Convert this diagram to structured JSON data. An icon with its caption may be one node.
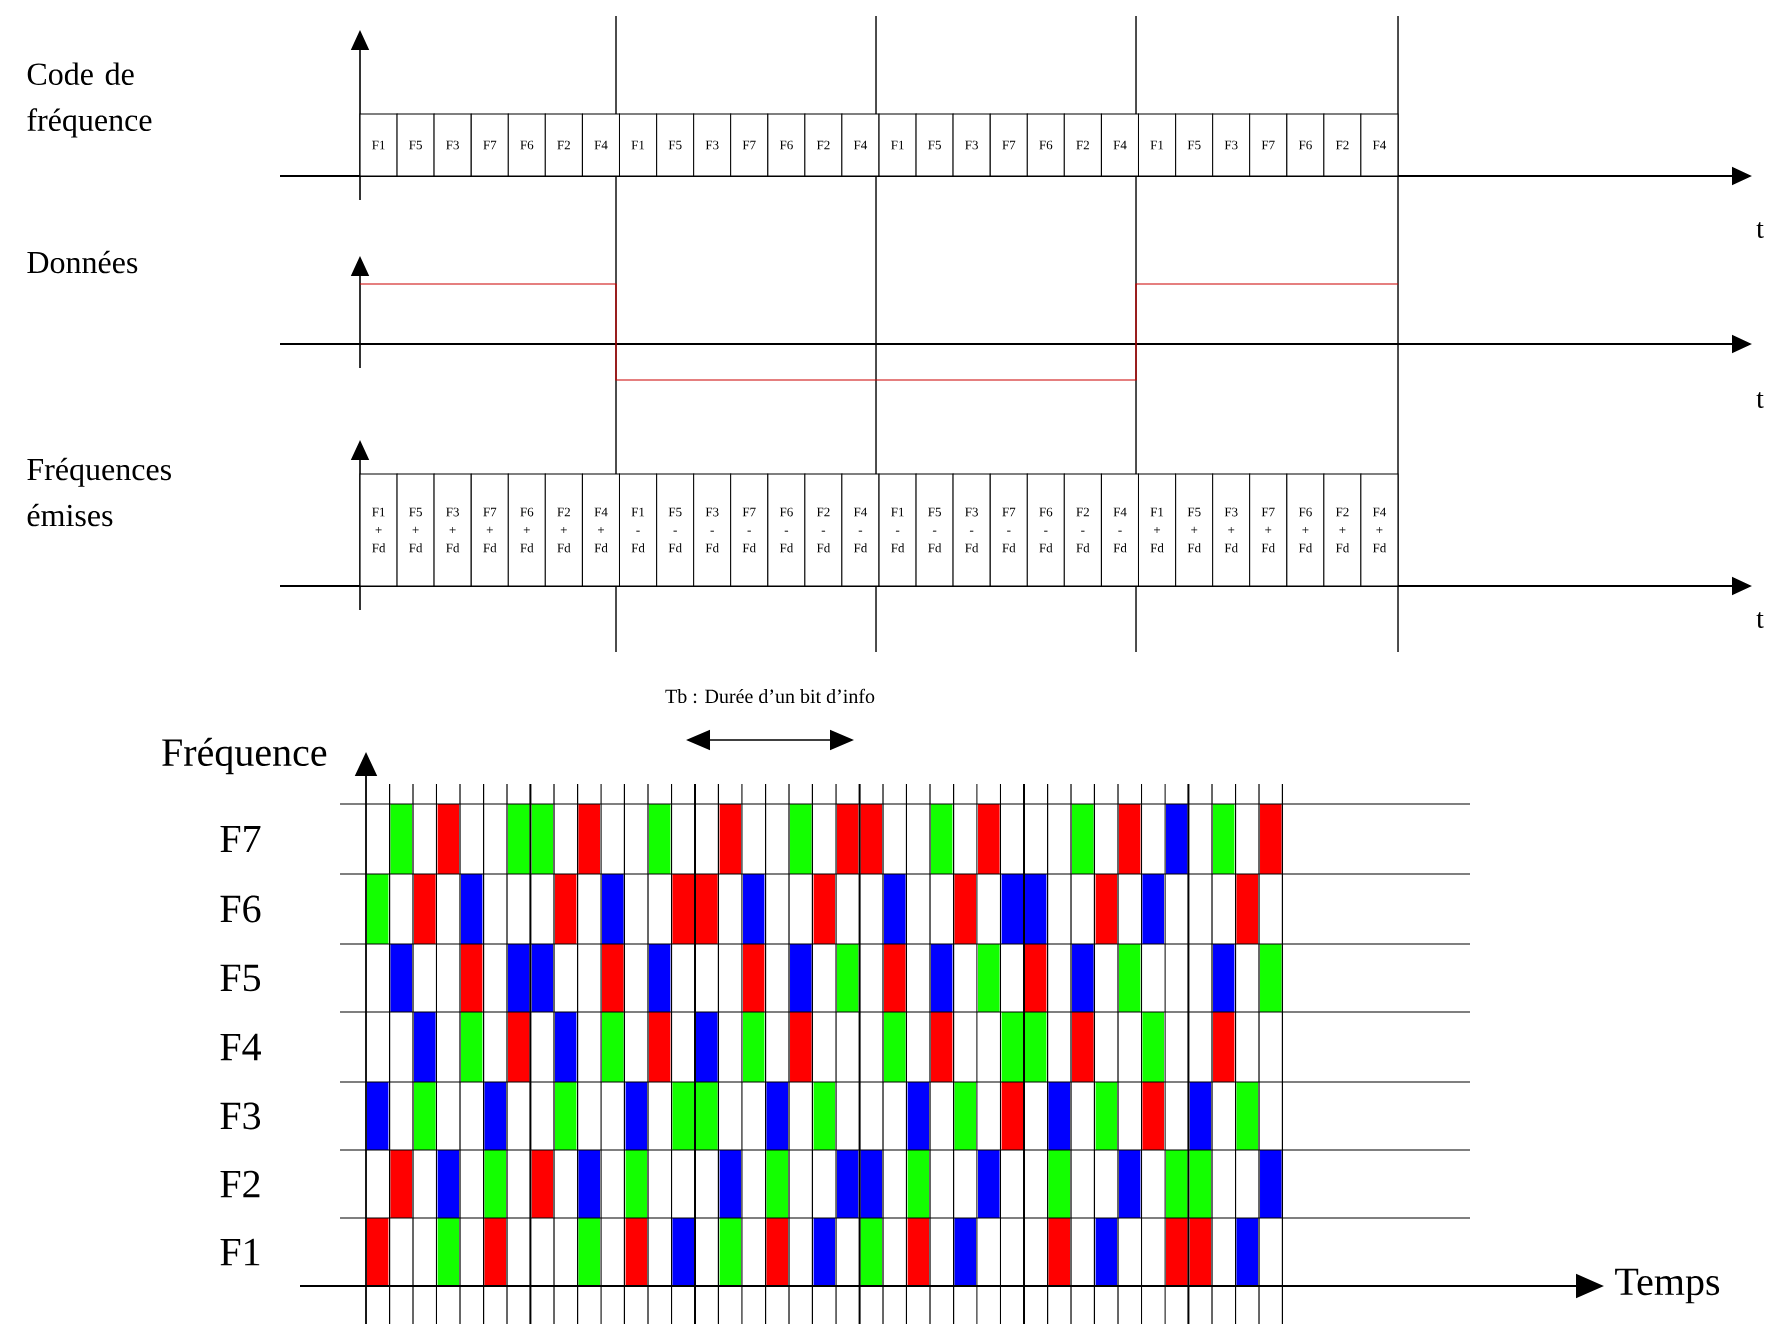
{
  "diagram": {
    "nodes": [
      {
        "text": [
          "F1"
        ]
      },
      {
        "text": [
          "F5"
        ]
      },
      {
        "text": [
          "F3"
        ]
      },
      {
        "text": [
          "F7"
        ]
      },
      {
        "text": [
          "F6"
        ]
      },
      {
        "text": [
          "F2"
        ]
      },
      {
        "text": [
          "F4"
        ]
      },
      {
        "text": [
          "F1"
        ]
      },
      {
        "text": [
          "F5"
        ]
      },
      {
        "text": [
          "F3"
        ]
      },
      {
        "text": [
          "F7"
        ]
      },
      {
        "text": [
          "F6"
        ]
      },
      {
        "text": [
          "F2"
        ]
      },
      {
        "text": [
          "F4"
        ]
      },
      {
        "text": [
          "F1"
        ]
      },
      {
        "text": [
          "F5"
        ]
      },
      {
        "text": [
          "F3"
        ]
      },
      {
        "text": [
          "F7"
        ]
      },
      {
        "text": [
          "F6"
        ]
      },
      {
        "text": [
          "F2"
        ]
      },
      {
        "text": [
          "F4"
        ]
      },
      {
        "text": [
          "F1"
        ]
      },
      {
        "text": [
          "F5"
        ]
      },
      {
        "text": [
          "F3"
        ]
      },
      {
        "text": [
          "F7"
        ]
      },
      {
        "text": [
          "F6"
        ]
      },
      {
        "text": [
          "F2"
        ]
      },
      {
        "text": [
          "F4"
        ]
      },
      {
        "text": [
          "F1 + Fd"
        ]
      },
      {
        "text": [
          "F5 + Fd"
        ]
      },
      {
        "text": [
          "F3 + Fd"
        ]
      },
      {
        "text": [
          "F7 + Fd"
        ]
      },
      {
        "text": [
          "F6 + Fd"
        ]
      },
      {
        "text": [
          "F2 + Fd"
        ]
      },
      {
        "text": [
          "F4 + Fd"
        ]
      },
      {
        "text": [
          "F1 - Fd"
        ]
      },
      {
        "text": [
          "F5 - Fd"
        ]
      },
      {
        "text": [
          "F3 - Fd"
        ]
      },
      {
        "text": [
          "F7 - Fd"
        ]
      },
      {
        "text": [
          "F6 - Fd"
        ]
      },
      {
        "text": [
          "F2 - Fd"
        ]
      },
      {
        "text": [
          "F4 - Fd"
        ]
      },
      {
        "text": [
          "F1 - Fd"
        ]
      },
      {
        "text": [
          "F5 - Fd"
        ]
      },
      {
        "text": [
          "F3 - Fd"
        ]
      },
      {
        "text": [
          "F7 - Fd"
        ]
      },
      {
        "text": [
          "F6 - Fd"
        ]
      },
      {
        "text": [
          "F2 - Fd"
        ]
      },
      {
        "text": [
          "F4 - Fd"
        ]
      },
      {
        "text": [
          "F1 + Fd"
        ]
      },
      {
        "text": [
          "F5 + Fd"
        ]
      },
      {
        "text": [
          "F3 + Fd"
        ]
      },
      {
        "text": [
          "F7 + Fd"
        ]
      },
      {
        "text": [
          "F6 + Fd"
        ]
      },
      {
        "text": [
          "F2 + Fd"
        ]
      },
      {
        "text": [
          "F4 + Fd"
        ]
      }
    ],
    "labels": [
      "Code de fréquence",
      "Données",
      "Fréquences émises",
      "t",
      "t",
      "t",
      "Tb : Durée d’un bit d’info",
      "Fréquence",
      "F7",
      "F6",
      "F5",
      "F4",
      "F3",
      "F2",
      "F1",
      "Temps"
    ]
  }
}
